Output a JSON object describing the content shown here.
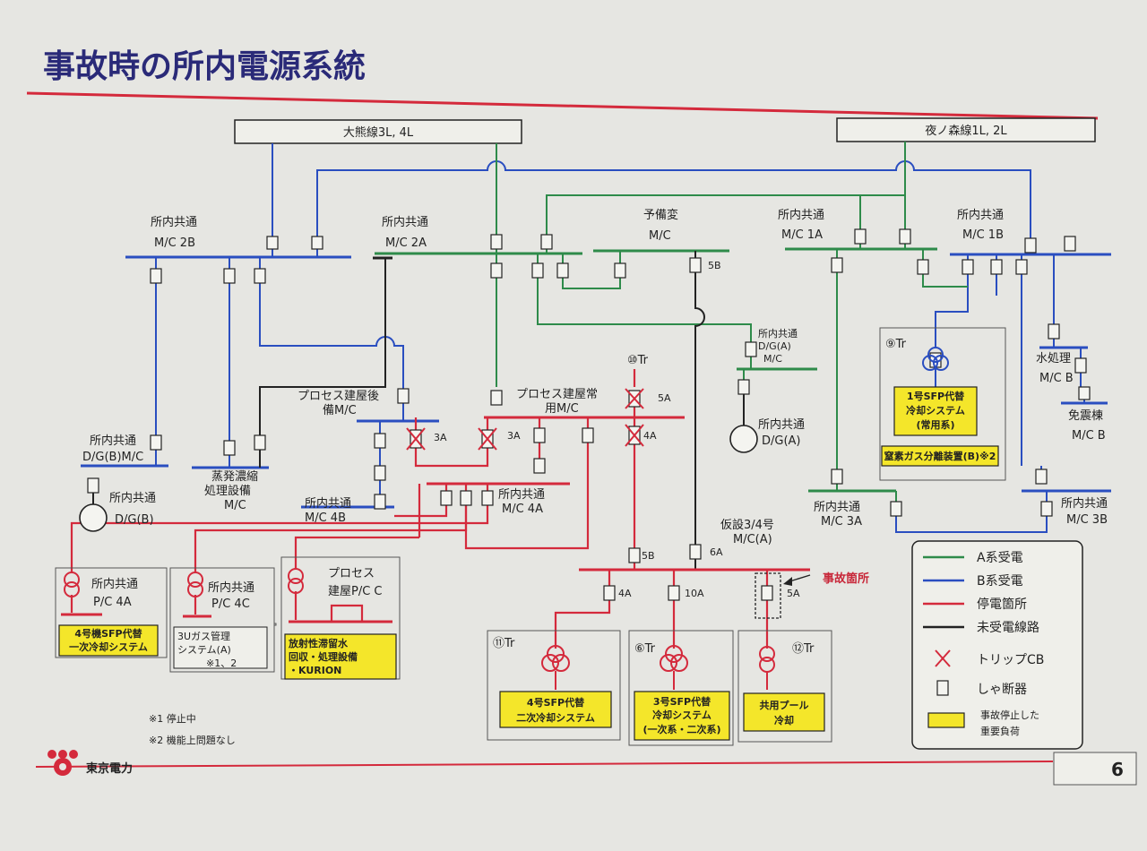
{
  "title": "事故時の所内電源系統",
  "page_number": "6",
  "company": {
    "name": "東京電力",
    "logo": "tepco-logo"
  },
  "lines": {
    "okuma": "大熊線3L, 4L",
    "yonomori": "夜ノ森線1L, 2L"
  },
  "buses": {
    "mc2b": [
      "所内共通",
      "M/C 2B"
    ],
    "mc2a": [
      "所内共通",
      "M/C 2A"
    ],
    "yobihen": [
      "予備変",
      "M/C"
    ],
    "mc1a": [
      "所内共通",
      "M/C 1A"
    ],
    "mc1b": [
      "所内共通",
      "M/C 1B"
    ],
    "dga_mc": [
      "所内共通",
      "D/G(A)",
      "M/C"
    ],
    "dga": [
      "所内共通",
      "D/G(A)"
    ],
    "dgb_mc": [
      "所内共通",
      "D/G(B)M/C"
    ],
    "dgb": [
      "所内共通",
      "D/G(B)"
    ],
    "evap": [
      "蒸発濃縮",
      "処理設備",
      "M/C"
    ],
    "process_back": [
      "プロセス建屋後",
      "備M/C"
    ],
    "process_normal": [
      "プロセス建屋常",
      "用M/C"
    ],
    "mc4b": [
      "所内共通",
      "M/C 4B"
    ],
    "mc4a": [
      "所内共通",
      "M/C 4A"
    ],
    "mc3a": [
      "所内共通",
      "M/C 3A"
    ],
    "mc3b": [
      "所内共通",
      "M/C 3B"
    ],
    "water": [
      "水処理",
      "M/C B"
    ],
    "menshin": [
      "免震棟",
      "M/C B"
    ],
    "kasetsu": [
      "仮設3/4号",
      "M/C(A)"
    ]
  },
  "breaker_labels": {
    "b5b_top": "5B",
    "b3a_1": "3A",
    "b3a_2": "3A",
    "b4a_up": "4A",
    "b5a_up": "5A",
    "b5b_low": "5B",
    "b6a": "6A",
    "b4a_low": "4A",
    "b10a": "10A",
    "b5a_low": "5A"
  },
  "transformers": {
    "tr9": "⑨Tr",
    "tr10": "⑩Tr",
    "tr11": "⑪Tr",
    "tr6": "⑥Tr",
    "tr12": "⑫Tr"
  },
  "pc": {
    "pc4a": [
      "所内共通",
      "P/C 4A"
    ],
    "pc4c": [
      "所内共通",
      "P/C 4C"
    ],
    "pcc": [
      "プロセス",
      "建屋P/C C"
    ]
  },
  "loads": {
    "sfp1": [
      "1号SFP代替",
      "冷却システム",
      "(常用系)"
    ],
    "nitrogen": "窒素ガス分離装置(B)※2",
    "sfp4_primary": [
      "4号機SFP代替",
      "一次冷却システム"
    ],
    "gas3u": [
      "3Uガス管理",
      "システム(A)",
      "※1、2"
    ],
    "radioactive": [
      "放射性滞留水",
      "回収・処理設備",
      "・KURION"
    ],
    "sfp4_secondary": [
      "4号SFP代替",
      "二次冷却システム"
    ],
    "sfp3": [
      "3号SFP代替",
      "冷却システム",
      "(一次系・二次系)"
    ],
    "pool": [
      "共用プール",
      "冷却"
    ]
  },
  "fault_label": "事故箇所",
  "notes": [
    "※1  停止中",
    "※2  機能上問題なし"
  ],
  "legend": {
    "a": "A系受電",
    "b": "B系受電",
    "outage": "停電箇所",
    "unreceived": "未受電線路",
    "trip": "トリップCB",
    "breaker": "しゃ断器",
    "critical": "事故停止した",
    "critical2": "重要負荷"
  },
  "colors": {
    "a_system": "#2e8b4a",
    "b_system": "#2a4ec0",
    "outage": "#d42a3c",
    "unreceived": "#222222",
    "critical_load": "#f4e62a",
    "title": "#2a2a78"
  }
}
